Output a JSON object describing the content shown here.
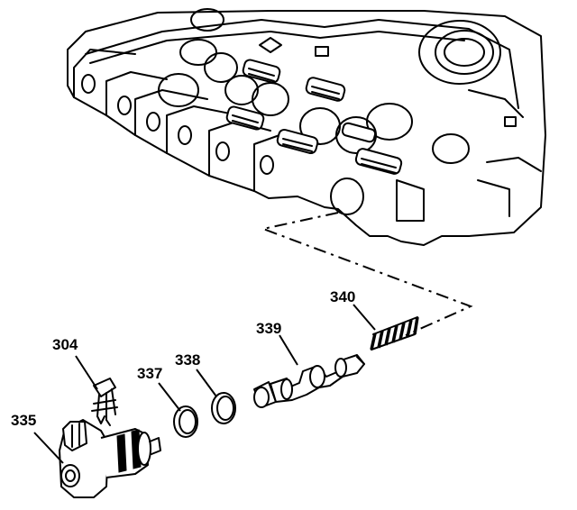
{
  "diagram": {
    "labels": {
      "l335": "335",
      "l304": "304",
      "l337": "337",
      "l338": "338",
      "l339": "339",
      "l340": "340"
    }
  }
}
